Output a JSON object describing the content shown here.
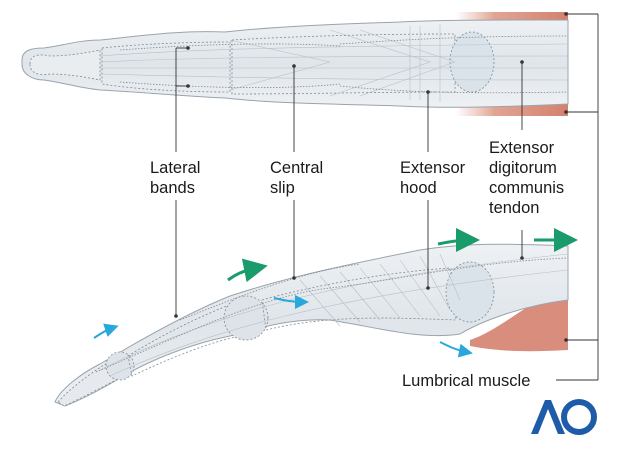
{
  "labels": {
    "lateral_bands_1": "Lateral",
    "lateral_bands_2": "bands",
    "central_slip_1": "Central",
    "central_slip_2": "slip",
    "extensor_hood_1": "Extensor",
    "extensor_hood_2": "hood",
    "edc_1": "Extensor",
    "edc_2": "digitorum",
    "edc_3": "communis",
    "edc_4": "tendon",
    "lumbrical": "Lumbrical muscle"
  },
  "logo": {
    "text": "AO",
    "color": "#1e5ba8"
  },
  "colors": {
    "bone": "#e3e8ec",
    "bone_outline": "#8a949c",
    "tendon": "#d4dbe1",
    "muscle": "#d98d7c",
    "leader": "#333333",
    "arrow_green": "#1a9b6c",
    "arrow_cyan": "#2aa8dc"
  }
}
